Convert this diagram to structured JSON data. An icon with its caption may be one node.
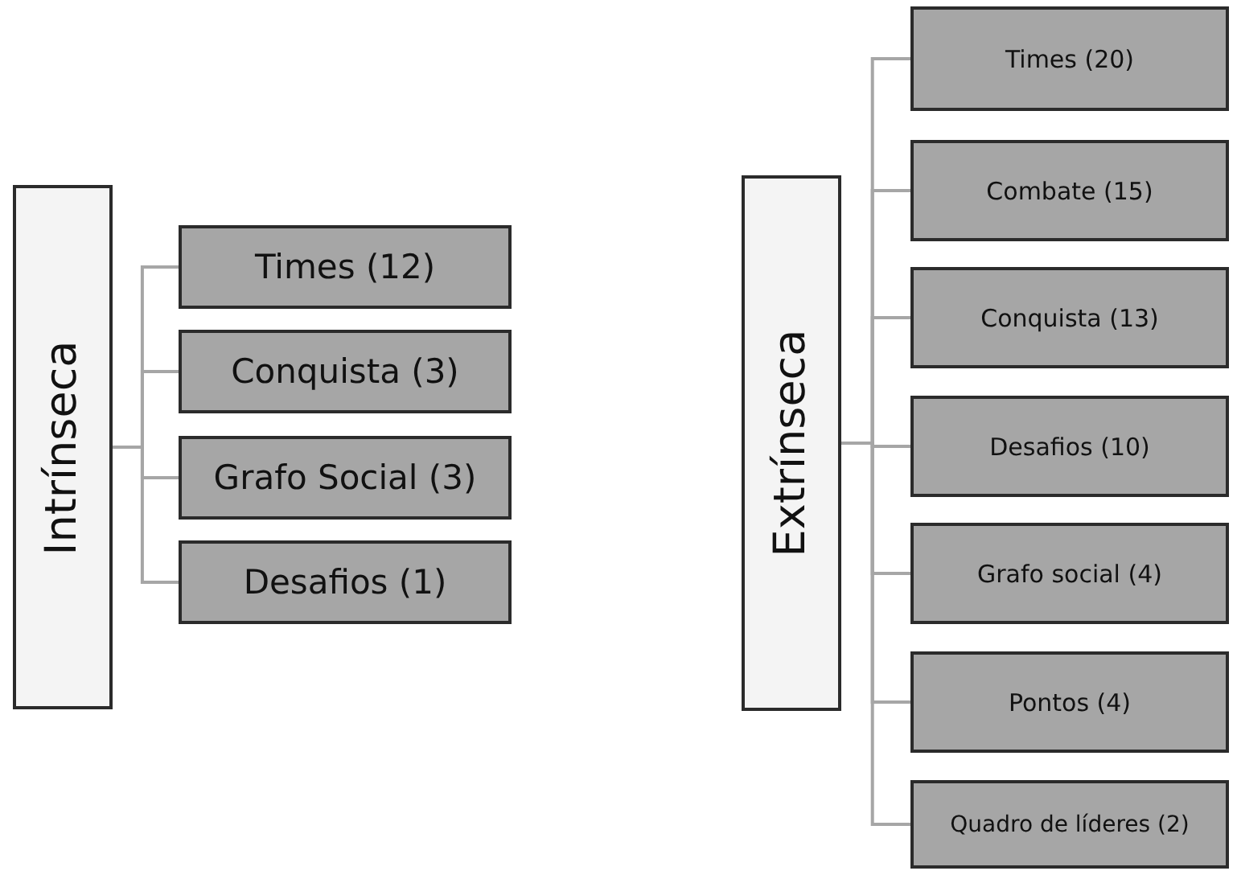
{
  "diagram": {
    "nodes": [
      {
        "text": [
          "Intrínseca"
        ]
      },
      {
        "text": [
          "Times (12)"
        ]
      },
      {
        "text": [
          "Conquista (3)"
        ]
      },
      {
        "text": [
          "Grafo Social (3)"
        ]
      },
      {
        "text": [
          "Desafios (1)"
        ]
      },
      {
        "text": [
          "Extrínseca"
        ]
      },
      {
        "text": [
          "Times (20)"
        ]
      },
      {
        "text": [
          "Combate (15)"
        ]
      },
      {
        "text": [
          "Conquista (13)"
        ]
      },
      {
        "text": [
          "Desafios (10)"
        ]
      },
      {
        "text": [
          "Grafo social (4)"
        ]
      },
      {
        "text": [
          "Pontos (4)"
        ]
      },
      {
        "text": [
          "Quadro de líderes (2)"
        ]
      }
    ],
    "edges": [
      {
        "from": 0,
        "to": 1,
        "arrow": "none"
      },
      {
        "from": 0,
        "to": 2,
        "arrow": "none"
      },
      {
        "from": 0,
        "to": 3,
        "arrow": "none"
      },
      {
        "from": 0,
        "to": 4,
        "arrow": "none"
      },
      {
        "from": 5,
        "to": 6,
        "arrow": "none"
      },
      {
        "from": 5,
        "to": 7,
        "arrow": "none"
      },
      {
        "from": 5,
        "to": 8,
        "arrow": "none"
      },
      {
        "from": 5,
        "to": 9,
        "arrow": "none"
      },
      {
        "from": 5,
        "to": 10,
        "arrow": "none"
      },
      {
        "from": 5,
        "to": 11,
        "arrow": "none"
      },
      {
        "from": 5,
        "to": 12,
        "arrow": "none"
      }
    ]
  }
}
